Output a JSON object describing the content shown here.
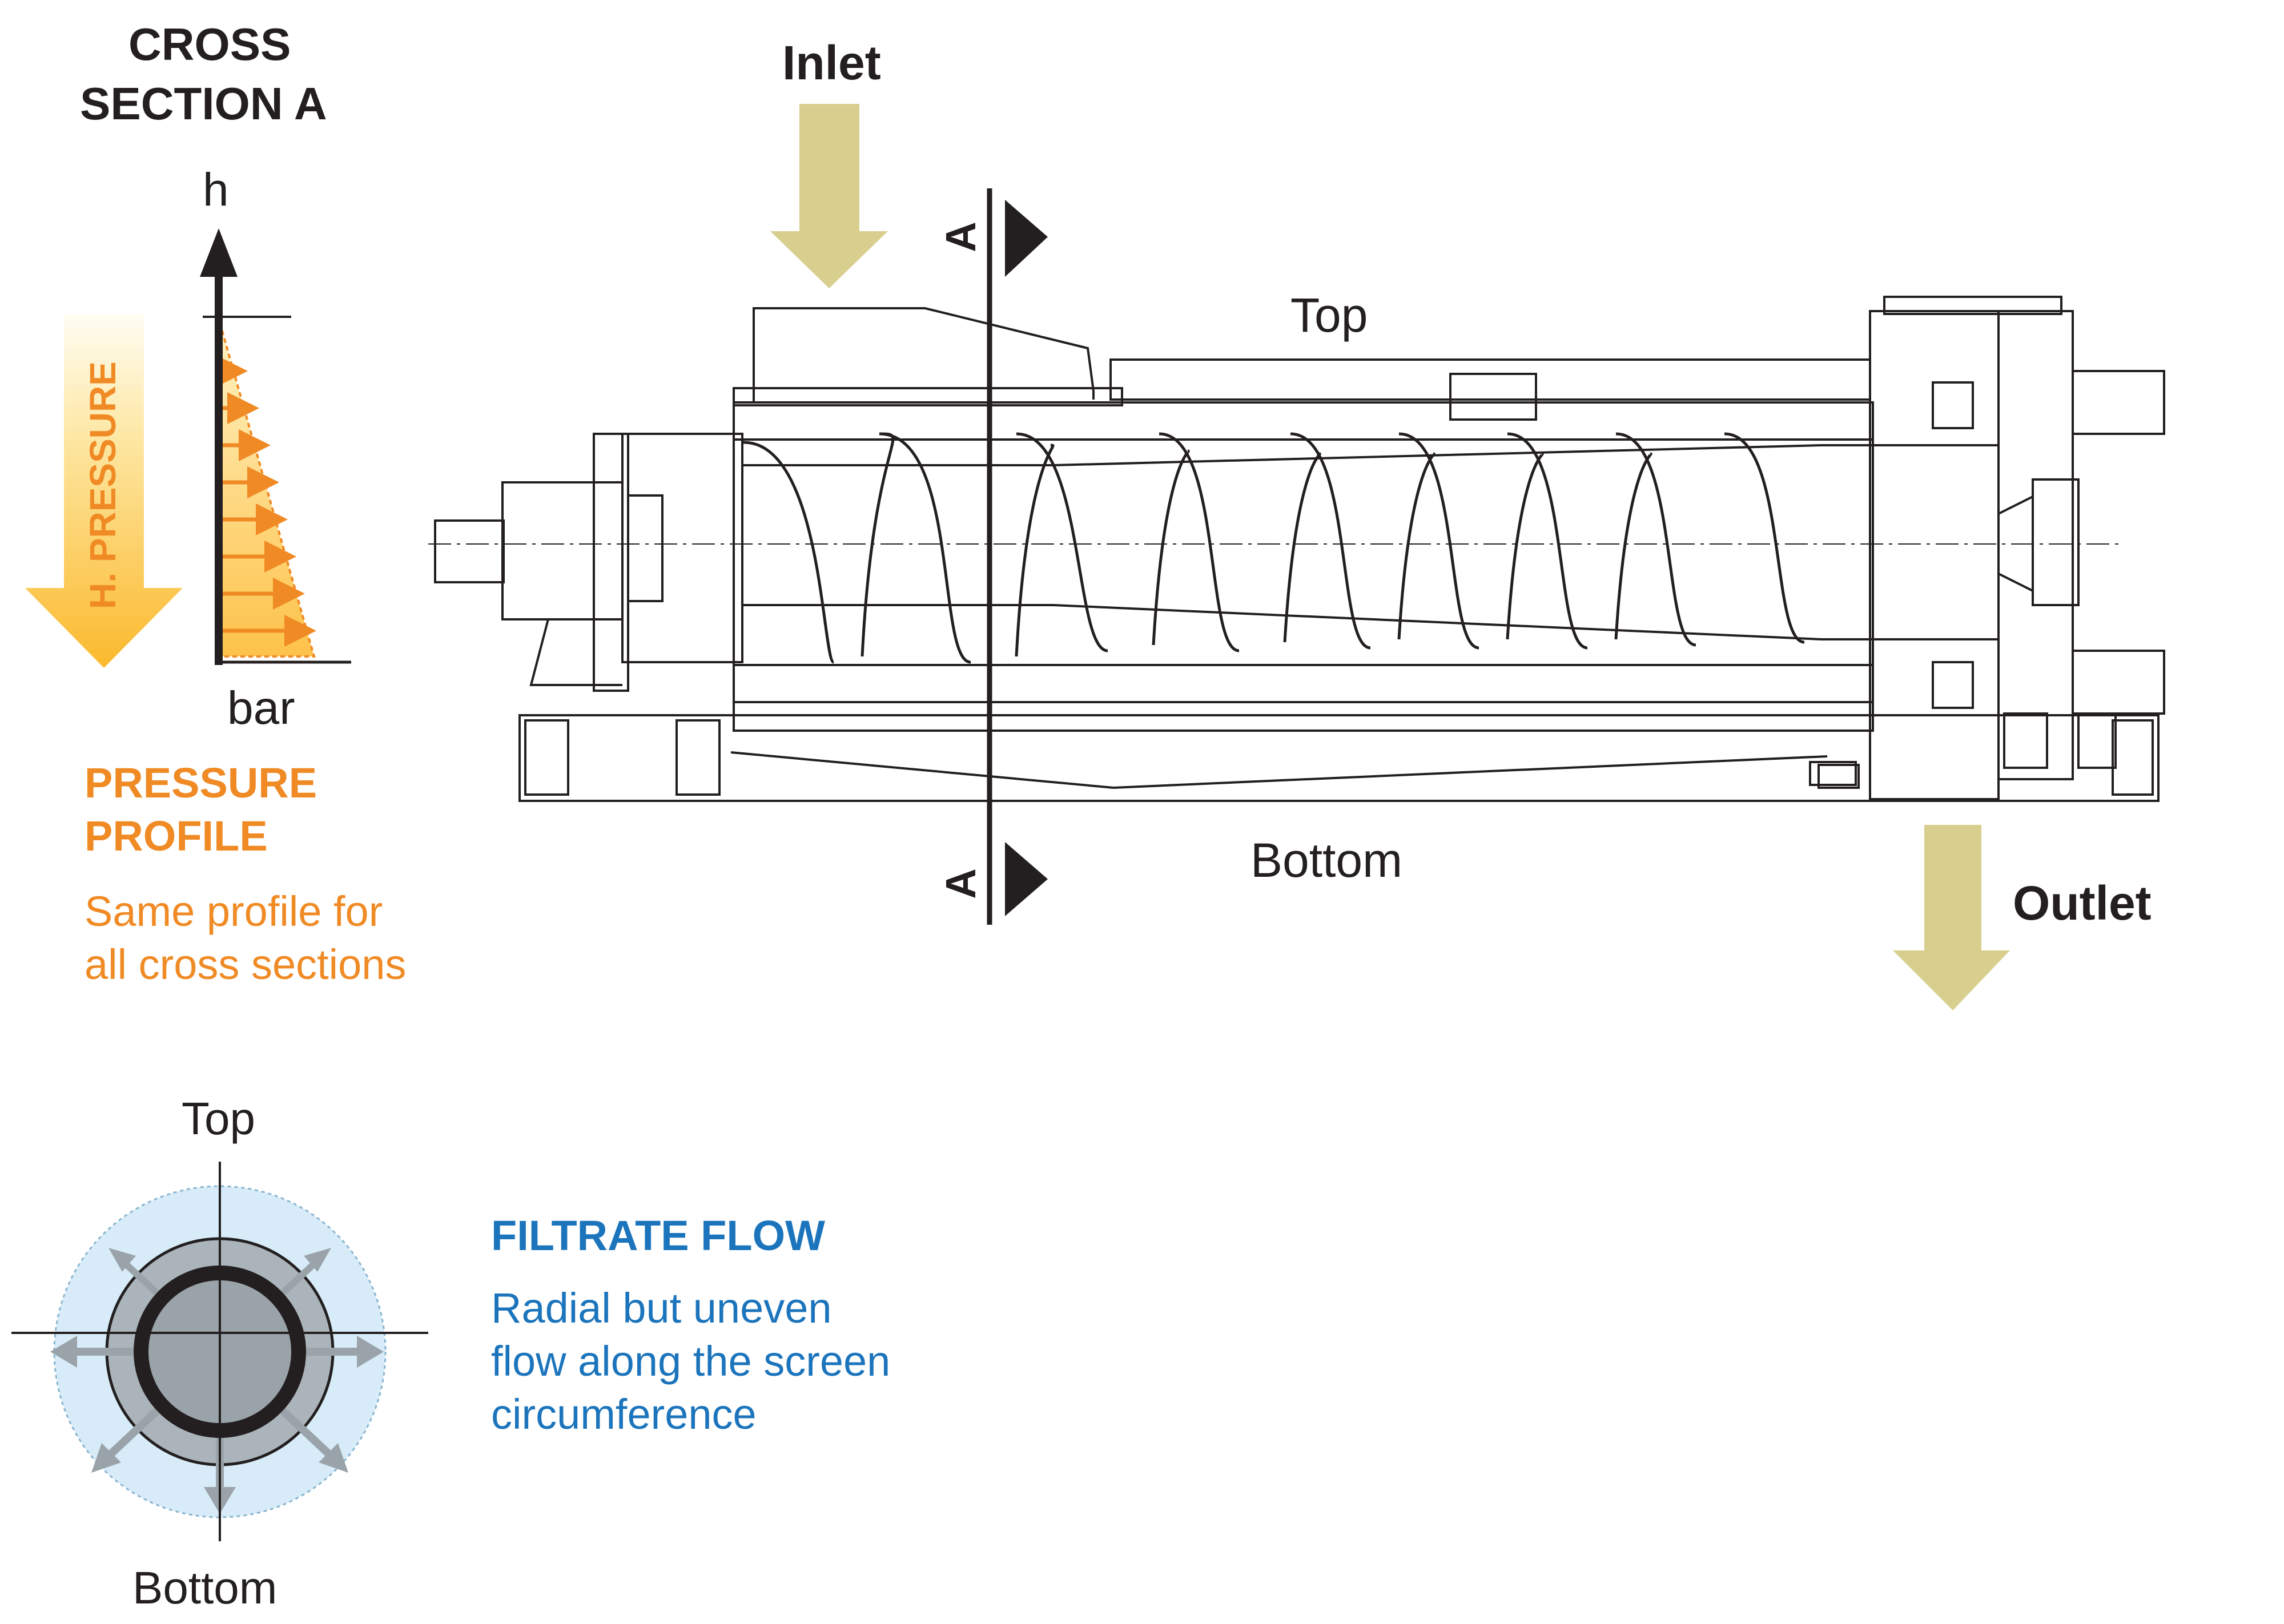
{
  "cross_section": {
    "title_line1": "CROSS",
    "title_line2": "SECTION A"
  },
  "pressure_chart": {
    "axis_h": "h",
    "axis_bar": "bar",
    "h_pressure": "H. PRESSURE",
    "profile_title_line1": "PRESSURE",
    "profile_title_line2": "PROFILE",
    "profile_desc_line1": "Same profile for",
    "profile_desc_line2": "all cross sections"
  },
  "machine": {
    "inlet": "Inlet",
    "outlet": "Outlet",
    "top": "Top",
    "bottom": "Bottom",
    "section_mark_top": "A",
    "section_mark_bottom": "A"
  },
  "filtrate": {
    "top": "Top",
    "bottom": "Bottom",
    "title": "FILTRATE FLOW",
    "desc_line1": "Radial but uneven",
    "desc_line2": "flow along the screen",
    "desc_line3": "circumference"
  },
  "colors": {
    "arrow_khaki": "#d8cf8e",
    "pressure_orange": "#f08a24",
    "pressure_fill": "#fdd06a",
    "filtrate_blue": "#1c75bc",
    "flow_light_blue": "#d7ecf8",
    "ring_grey": "#9aa3a9",
    "ink": "#231f20"
  }
}
